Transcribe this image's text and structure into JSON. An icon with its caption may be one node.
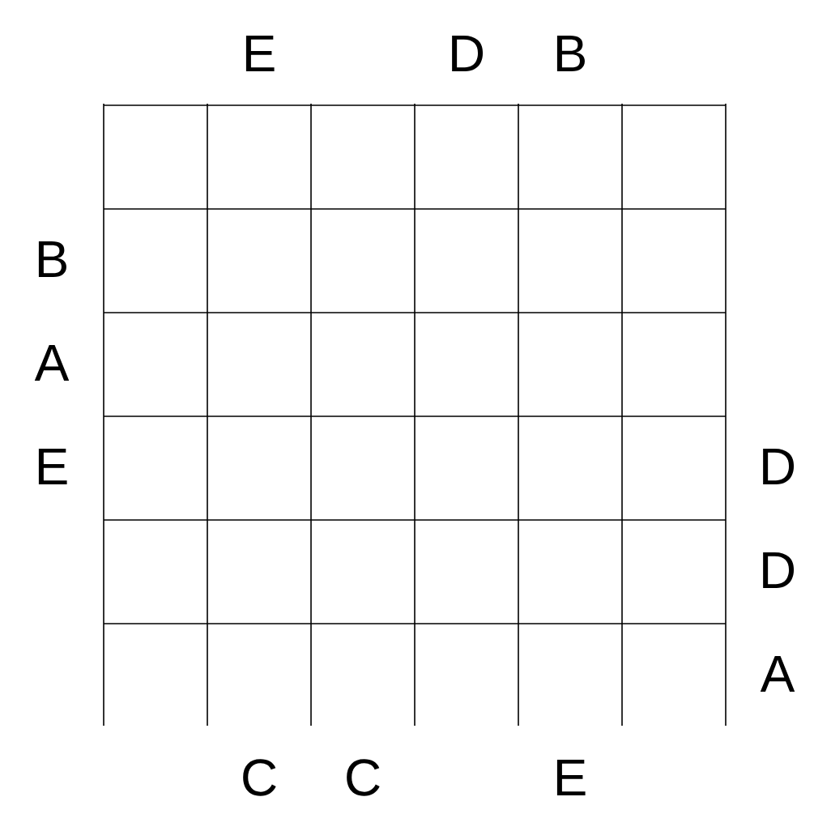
{
  "diagram": {
    "labels": [
      "E",
      "D",
      "B",
      "B",
      "A",
      "E",
      "D",
      "D",
      "A",
      "C",
      "C",
      "E"
    ]
  }
}
